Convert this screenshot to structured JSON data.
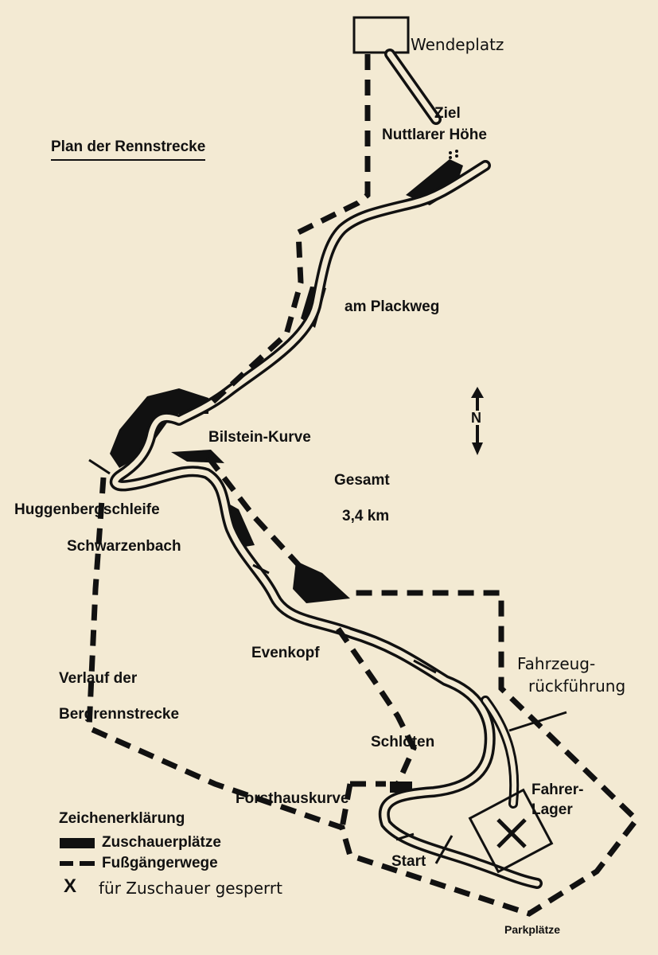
{
  "title": "Plan der Rennstrecke",
  "labels": {
    "wendeplatz": "Wendeplatz",
    "ziel_1": "Ziel",
    "ziel_2": "Nuttlarer Höhe",
    "plackweg": "am Plackweg",
    "bilstein": "Bilstein-Kurve",
    "gesamt": "Gesamt",
    "distance": "3,4 km",
    "huggenberg": "Huggenbergschleife",
    "schwarzenbach": "Schwarzenbach",
    "evenkopf": "Evenkopf",
    "fahrzeug_1": "Fahrzeug-",
    "fahrzeug_2": "rückführung",
    "verlauf_1": "Verlauf der",
    "verlauf_2": "Bergrennstrecke",
    "schloeten": "Schlöten",
    "forsthaus": "Forsthauskurve",
    "fahrer_1": "Fahrer-",
    "fahrer_2": "Lager",
    "start": "Start",
    "parkplaetze": "Parkplätze",
    "north": "N"
  },
  "legend": {
    "heading": "Zeichenerklärung",
    "spectators": "Zuschauerplätze",
    "footpaths": "Fußgängerwege",
    "closed_symbol": "X",
    "closed": "für Zuschauer gesperrt"
  },
  "colors": {
    "paper": "#f3ead3",
    "ink": "#111111"
  },
  "icons": {
    "north_arrow": "north-arrow-icon",
    "closed_cross": "cross-icon"
  }
}
